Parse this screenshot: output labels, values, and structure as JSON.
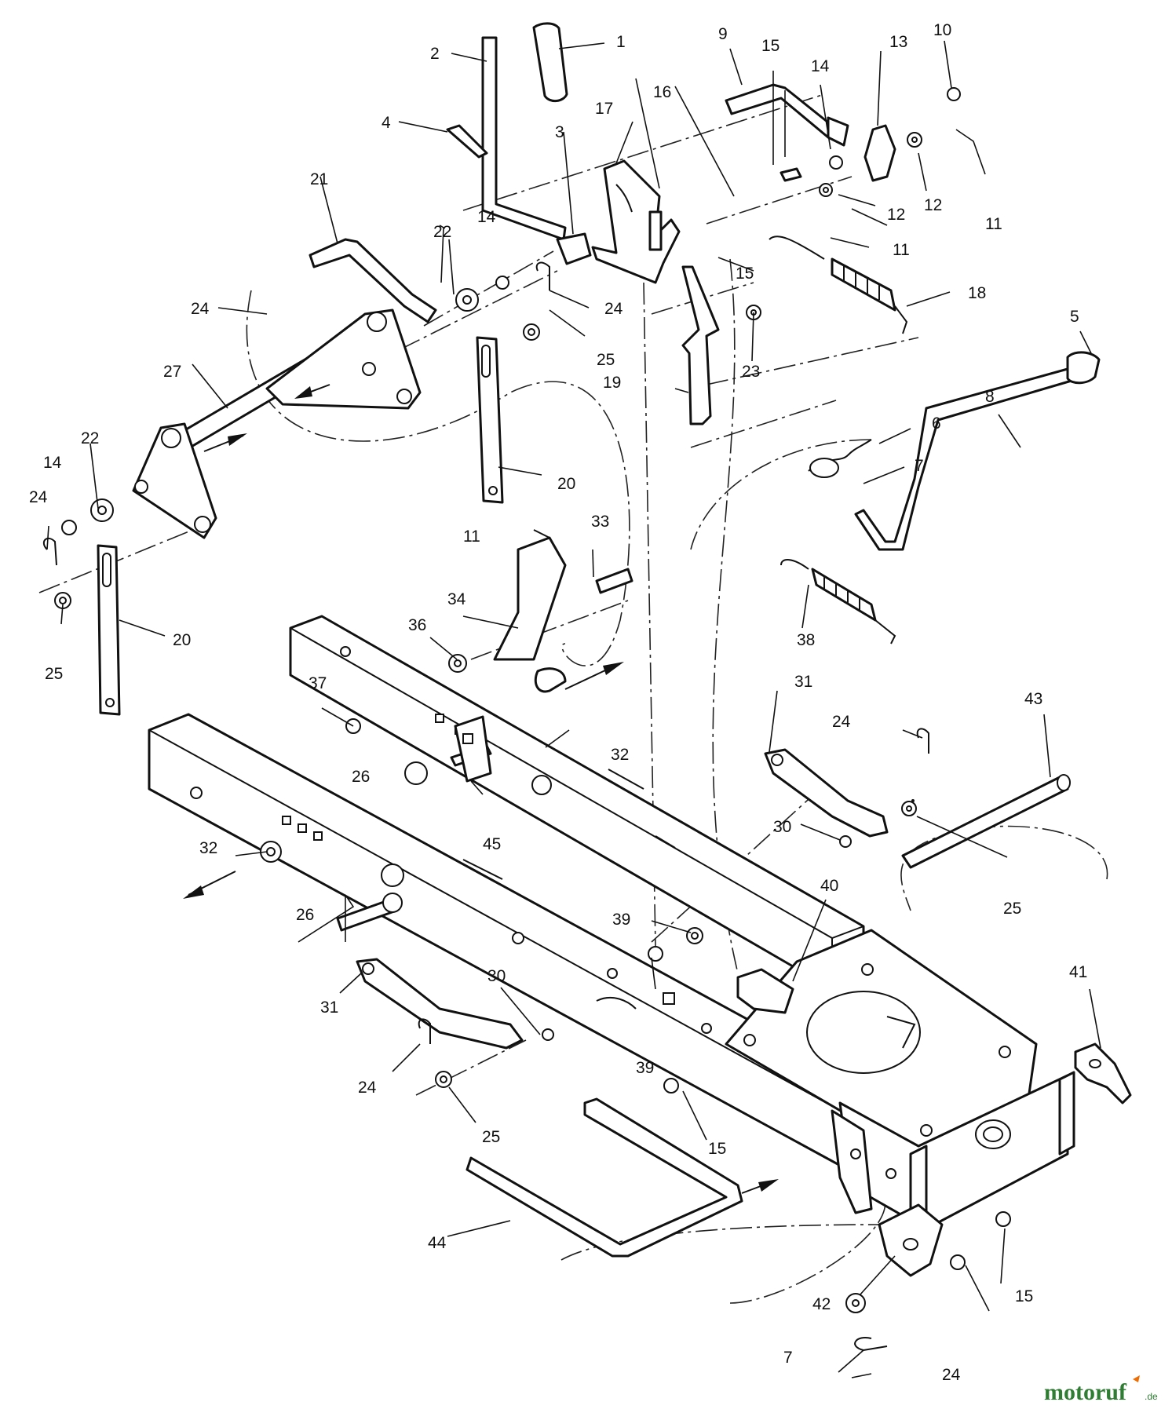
{
  "watermark": {
    "brand": "motoruf",
    "suffix": ".de",
    "brand_color": "#2e7d32",
    "accent_color": "#ef6c00"
  },
  "callouts": [
    {
      "id": "c1",
      "label": "1"
    },
    {
      "id": "c2",
      "label": "2"
    },
    {
      "id": "c3",
      "label": "3"
    },
    {
      "id": "c4",
      "label": "4"
    },
    {
      "id": "c5",
      "label": "5"
    },
    {
      "id": "c6",
      "label": "6"
    },
    {
      "id": "c7a",
      "label": "7"
    },
    {
      "id": "c7b",
      "label": "7"
    },
    {
      "id": "c8",
      "label": "8"
    },
    {
      "id": "c9",
      "label": "9"
    },
    {
      "id": "c10",
      "label": "10"
    },
    {
      "id": "c11a",
      "label": "11"
    },
    {
      "id": "c11b",
      "label": "11"
    },
    {
      "id": "c11c",
      "label": "11"
    },
    {
      "id": "c12a",
      "label": "12"
    },
    {
      "id": "c12b",
      "label": "12"
    },
    {
      "id": "c13",
      "label": "13"
    },
    {
      "id": "c14a",
      "label": "14"
    },
    {
      "id": "c14b",
      "label": "14"
    },
    {
      "id": "c14c",
      "label": "14"
    },
    {
      "id": "c15a",
      "label": "15"
    },
    {
      "id": "c15b",
      "label": "15"
    },
    {
      "id": "c15c",
      "label": "15"
    },
    {
      "id": "c15d",
      "label": "15"
    },
    {
      "id": "c16",
      "label": "16"
    },
    {
      "id": "c17",
      "label": "17"
    },
    {
      "id": "c18",
      "label": "18"
    },
    {
      "id": "c19",
      "label": "19"
    },
    {
      "id": "c20a",
      "label": "20"
    },
    {
      "id": "c20b",
      "label": "20"
    },
    {
      "id": "c21",
      "label": "21"
    },
    {
      "id": "c22a",
      "label": "22"
    },
    {
      "id": "c22b",
      "label": "22"
    },
    {
      "id": "c23",
      "label": "23"
    },
    {
      "id": "c24a",
      "label": "24"
    },
    {
      "id": "c24b",
      "label": "24"
    },
    {
      "id": "c24c",
      "label": "24"
    },
    {
      "id": "c24d",
      "label": "24"
    },
    {
      "id": "c24e",
      "label": "24"
    },
    {
      "id": "c24f",
      "label": "24"
    },
    {
      "id": "c25a",
      "label": "25"
    },
    {
      "id": "c25b",
      "label": "25"
    },
    {
      "id": "c25c",
      "label": "25"
    },
    {
      "id": "c25d",
      "label": "25"
    },
    {
      "id": "c26a",
      "label": "26"
    },
    {
      "id": "c26b",
      "label": "26"
    },
    {
      "id": "c27",
      "label": "27"
    },
    {
      "id": "c30a",
      "label": "30"
    },
    {
      "id": "c30b",
      "label": "30"
    },
    {
      "id": "c31a",
      "label": "31"
    },
    {
      "id": "c31b",
      "label": "31"
    },
    {
      "id": "c32a",
      "label": "32"
    },
    {
      "id": "c32b",
      "label": "32"
    },
    {
      "id": "c33",
      "label": "33"
    },
    {
      "id": "c34",
      "label": "34"
    },
    {
      "id": "c36",
      "label": "36"
    },
    {
      "id": "c37",
      "label": "37"
    },
    {
      "id": "c38",
      "label": "38"
    },
    {
      "id": "c39a",
      "label": "39"
    },
    {
      "id": "c39b",
      "label": "39"
    },
    {
      "id": "c40",
      "label": "40"
    },
    {
      "id": "c41",
      "label": "41"
    },
    {
      "id": "c42",
      "label": "42"
    },
    {
      "id": "c43",
      "label": "43"
    },
    {
      "id": "c44",
      "label": "44"
    },
    {
      "id": "c45",
      "label": "45"
    }
  ]
}
